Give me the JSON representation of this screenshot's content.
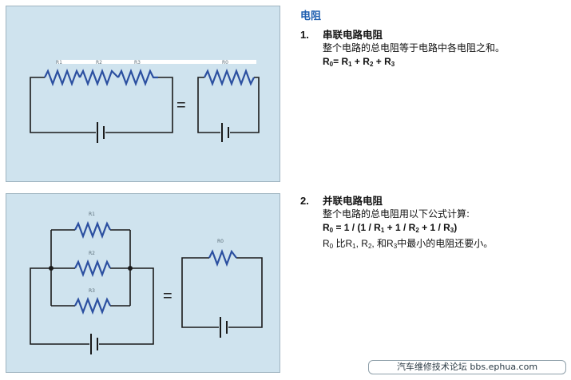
{
  "title": "电阻",
  "series": {
    "number": "1.",
    "heading": "串联电路电阻",
    "description": "整个电路的总电阻等于电路中各电阻之和。",
    "formula": {
      "lhs": "R",
      "lhs_sub": "0",
      "eq": "= R",
      "t1_sub": "1",
      "plus1": " + R",
      "t2_sub": "2",
      "plus2": " + R",
      "t3_sub": "3"
    },
    "diagram_labels": {
      "r1": "R1",
      "r2": "R2",
      "r3": "R3",
      "r0": "R0",
      "equals": "="
    }
  },
  "parallel": {
    "number": "2.",
    "heading": "并联电路电阻",
    "description": "整个电路的总电阻用以下公式计算:",
    "formula": {
      "a": "R",
      "a_sub": "0",
      "b": " = 1 / (1 / R",
      "b_sub": "1",
      "c": " + 1 / R",
      "c_sub": "2",
      "d": " + 1 / R",
      "d_sub": "3",
      "e": ")"
    },
    "note": {
      "a": "R",
      "a_sub": "0",
      "b": " 比R",
      "b_sub": "1",
      "c": ", R",
      "c_sub": "2",
      "d": ", 和R",
      "d_sub": "3",
      "e": "中最小的电阻还要小。"
    },
    "diagram_labels": {
      "r1": "R1",
      "r2": "R2",
      "r3": "R3",
      "r0": "R0",
      "equals": "="
    }
  },
  "footer": {
    "text": "汽车维修技术论坛 bbs.ephua.com"
  },
  "colors": {
    "panel_bg": "#cfe3ee",
    "resistor": "#2b4fa0",
    "wire": "#1a1a1a",
    "title": "#1f5fb0"
  }
}
